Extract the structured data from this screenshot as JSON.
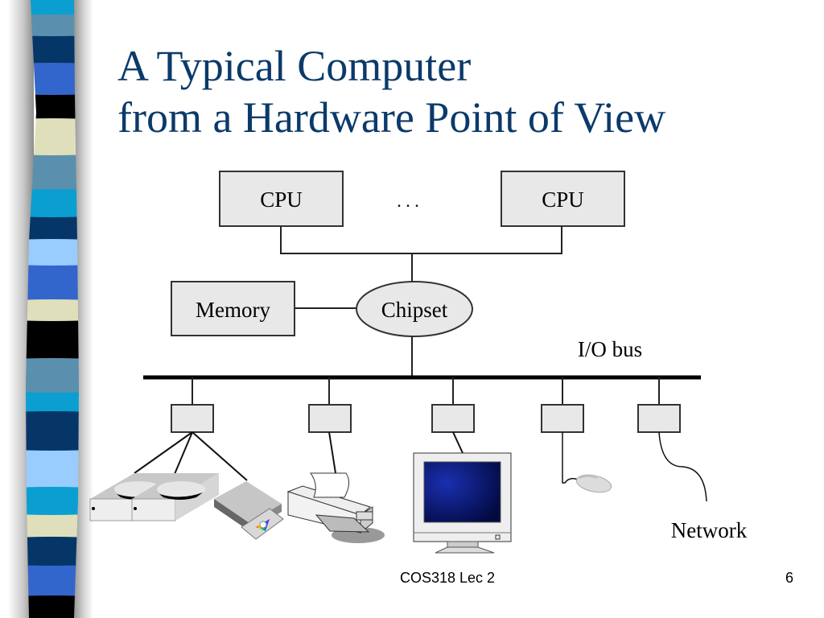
{
  "slide": {
    "title_line1": "A Typical Computer",
    "title_line2": "from a Hardware Point of View",
    "footer_course": "COS318 Lec 2",
    "page_number": "6"
  },
  "theme": {
    "title_color": "#0b3a6a",
    "box_fill": "#e8e8e8",
    "monitor_screen": "#0a1a7a",
    "stripe_colors": [
      "#0a9fd0",
      "#5a90ad",
      "#053667",
      "#3366cc",
      "#000000",
      "#e0dfbb",
      "#5a90ad",
      "#0a9fd0",
      "#053667",
      "#99ccff",
      "#3366cc",
      "#e0dfbb",
      "#000000",
      "#5a90ad",
      "#0a9fd0",
      "#053667",
      "#99ccff",
      "#0a9fd0",
      "#e0dfbb",
      "#053667",
      "#3366cc",
      "#000000"
    ]
  },
  "diagram": {
    "cpu_left_label": "CPU",
    "cpu_right_label": "CPU",
    "ellipsis": ". . .",
    "memory_label": "Memory",
    "chipset_label": "Chipset",
    "io_bus_label": "I/O bus",
    "network_label": "Network",
    "controllers": [
      "disk-controller",
      "printer-controller",
      "display-controller",
      "mouse-controller",
      "network-controller"
    ],
    "devices": [
      "hard-disk",
      "hard-disk",
      "cd-rom-drive",
      "printer",
      "monitor",
      "mouse",
      "network-cable"
    ]
  }
}
